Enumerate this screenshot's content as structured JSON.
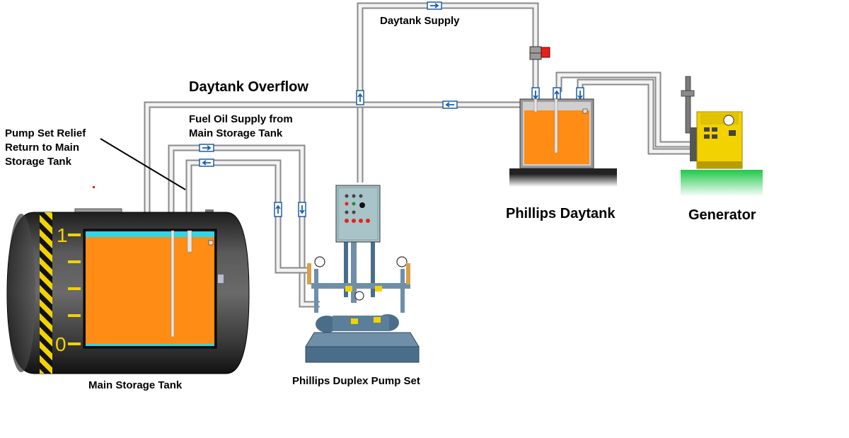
{
  "labels": {
    "daytank_supply": "Daytank Supply",
    "daytank_overflow": "Daytank Overflow",
    "fuel_supply_line1": "Fuel Oil Supply from",
    "fuel_supply_line2": "Main Storage Tank",
    "relief_line1": "Pump Set Relief",
    "relief_line2": "Return to Main",
    "relief_line3": "Storage Tank",
    "main_tank": "Main Storage Tank",
    "pump_set": "Phillips Duplex Pump Set",
    "daytank": "Phillips Daytank",
    "generator": "Generator"
  },
  "tank_scale": {
    "top": "1",
    "bottom": "0"
  },
  "colors": {
    "fuel": "#ff8c14",
    "tank_body": "#3a3a3a",
    "pipe": "#e6e6e6",
    "panel": "#a9c4c8",
    "pump_frame": "#4a6e8a",
    "generator": "#f2d200",
    "ground": "#1ec84a",
    "valve_red": "#e8201c",
    "flow_arrow": "#1f5fa8"
  },
  "icons": {
    "flow_arrow": "arrow-icon",
    "solenoid_valve": "solenoid-valve-icon",
    "pressure_gauge": "pressure-gauge-icon"
  }
}
